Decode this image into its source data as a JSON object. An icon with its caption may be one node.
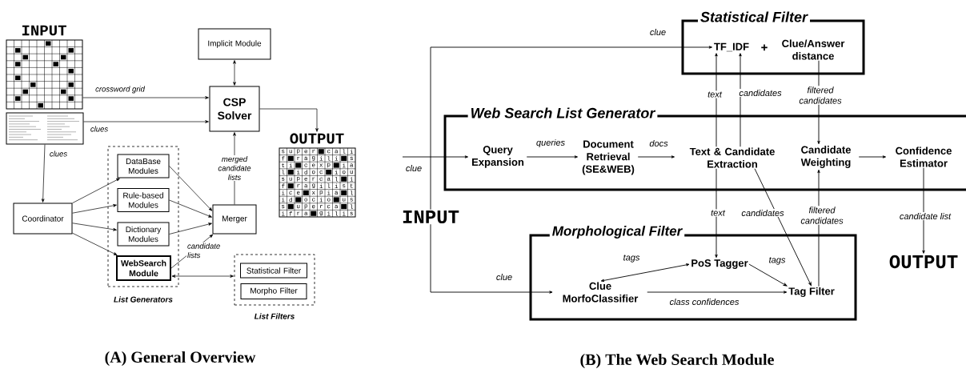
{
  "diagram": {
    "nodes": [
      {
        "text": [
          "INPUT"
        ]
      },
      {
        "text": [],
        "shape": "box"
      },
      {
        "text": [
          "Implicit Module"
        ]
      },
      {
        "text": [
          "CSP Solver"
        ]
      },
      {
        "text": [
          "OUTPUT"
        ]
      },
      {
        "text": [
          "List Generators"
        ]
      },
      {
        "text": [
          "DataBase Modules"
        ],
        "in": 5
      },
      {
        "text": [
          "Rule-based Modules"
        ],
        "in": 5
      },
      {
        "text": [
          "Dictionary Modules"
        ],
        "in": 5
      },
      {
        "text": [
          "WebSearch Module"
        ],
        "in": 5
      },
      {
        "text": [
          "Coordinator"
        ]
      },
      {
        "text": [
          "Merger"
        ]
      },
      {
        "text": [
          "List Filters"
        ]
      },
      {
        "text": [
          "Statistical Filter"
        ],
        "in": 12
      },
      {
        "text": [
          "Morpho Filter"
        ],
        "in": 12
      },
      {
        "text": [
          "Statistical Filter"
        ]
      },
      {
        "text": [
          "TF_IDF"
        ],
        "in": 15
      },
      {
        "text": [
          "Clue/Answer distance"
        ],
        "in": 15
      },
      {
        "text": [
          "Web Search List Generator"
        ]
      },
      {
        "text": [
          "Query Expansion"
        ],
        "in": 18
      },
      {
        "text": [
          "Document Retrieval (SE&WEB)"
        ],
        "in": 18
      },
      {
        "text": [
          "Text & Candidate Extraction"
        ],
        "in": 18
      },
      {
        "text": [
          "Candidate Weighting"
        ],
        "in": 18
      },
      {
        "text": [
          "Confidence Estimator"
        ],
        "in": 18
      },
      {
        "text": [
          "INPUT"
        ]
      },
      {
        "text": [
          "Morphological Filter"
        ]
      },
      {
        "text": [
          "PoS Tagger"
        ],
        "in": 25
      },
      {
        "text": [
          "Clue MorfoClassifier"
        ],
        "in": 25
      },
      {
        "text": [
          "Tag Filter"
        ],
        "in": 25
      },
      {
        "text": [
          "OUTPUT"
        ]
      }
    ],
    "edges": [
      {
        "from": 0,
        "to": 3,
        "arrow": "to",
        "label": "crossword grid"
      },
      {
        "from": 1,
        "to": 3,
        "arrow": "to",
        "label": "clues"
      },
      {
        "from": 1,
        "to": 10,
        "arrow": "to",
        "label": "clues"
      },
      {
        "from": 2,
        "to": 3,
        "arrow": "both"
      },
      {
        "from": 3,
        "to": 4,
        "arrow": "to"
      },
      {
        "from": 11,
        "to": 3,
        "arrow": "to",
        "label": "merged candidate lists"
      },
      {
        "from": 10,
        "to": 6,
        "arrow": "to"
      },
      {
        "from": 10,
        "to": 7,
        "arrow": "to"
      },
      {
        "from": 10,
        "to": 8,
        "arrow": "to"
      },
      {
        "from": 10,
        "to": 9,
        "arrow": "to"
      },
      {
        "from": 6,
        "to": 11,
        "arrow": "to"
      },
      {
        "from": 7,
        "to": 11,
        "arrow": "to"
      },
      {
        "from": 8,
        "to": 11,
        "arrow": "to"
      },
      {
        "from": 9,
        "to": 11,
        "arrow": "to",
        "label": "candidate lists"
      },
      {
        "from": 9,
        "to": 12,
        "arrow": "both"
      },
      {
        "from": 24,
        "to": 16,
        "arrow": "to",
        "label": "clue"
      },
      {
        "from": null,
        "to": 19,
        "arrow": "to",
        "label": "clue"
      },
      {
        "from": 19,
        "to": 20,
        "arrow": "to",
        "label": "queries"
      },
      {
        "from": 20,
        "to": 21,
        "arrow": "to",
        "label": "docs"
      },
      {
        "from": 21,
        "to": 16,
        "arrow": "to",
        "label": "text"
      },
      {
        "from": 21,
        "to": 16,
        "arrow": "to",
        "label": "candidates"
      },
      {
        "from": 17,
        "to": 22,
        "arrow": "to",
        "label": "filtered candidates"
      },
      {
        "from": 22,
        "to": 23,
        "arrow": "to"
      },
      {
        "from": 23,
        "to": 29,
        "arrow": "to",
        "label": "candidate list"
      },
      {
        "from": 21,
        "to": 26,
        "arrow": "to",
        "label": "text"
      },
      {
        "from": 21,
        "to": 28,
        "arrow": "to",
        "label": "candidates"
      },
      {
        "from": 28,
        "to": 22,
        "arrow": "to",
        "label": "filtered candidates"
      },
      {
        "from": 24,
        "to": 27,
        "arrow": "to",
        "label": "clue"
      },
      {
        "from": 26,
        "to": 27,
        "arrow": "both",
        "label": "tags"
      },
      {
        "from": 26,
        "to": 28,
        "arrow": "to",
        "label": "tags"
      },
      {
        "from": 27,
        "to": 28,
        "arrow": "to",
        "label": "class confidences"
      }
    ],
    "labels": [
      "+",
      "(A) General Overview",
      "(B) The Web Search Module",
      "s",
      "u",
      "p",
      "e",
      "r",
      "c",
      "a",
      "l",
      "i",
      "f",
      "r",
      "a",
      "g",
      "i",
      "l",
      "i",
      "s",
      "t",
      "i",
      "c",
      "e",
      "x",
      "p",
      "i",
      "a",
      "l",
      "i",
      "d",
      "o",
      "c",
      "i",
      "o",
      "u",
      "s",
      "u",
      "p",
      "e",
      "r",
      "c",
      "a",
      "l",
      "i",
      "f",
      "r",
      "a",
      "g",
      "i",
      "l",
      "i",
      "s",
      "t",
      "i",
      "c",
      "e",
      "x",
      "p",
      "i",
      "a",
      "l",
      "i",
      "d",
      "o",
      "c",
      "i",
      "o",
      "u",
      "s",
      "s",
      "u",
      "p",
      "e",
      "r",
      "c",
      "a",
      "l",
      "i",
      "f",
      "r",
      "a",
      "g",
      "i",
      "l",
      "i",
      "s"
    ]
  }
}
